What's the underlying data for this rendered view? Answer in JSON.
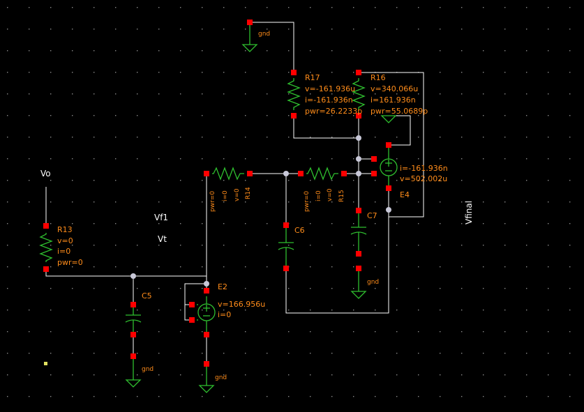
{
  "schematic": {
    "nets": {
      "vo": "Vo",
      "vf1": "Vf1",
      "vt": "Vt",
      "vfinal": "Vfinal"
    },
    "gnd_label": "gnd",
    "r13": {
      "name": "R13",
      "v": "v=0",
      "i": "i=0",
      "pwr": "pwr=0"
    },
    "r14": {
      "name": "R14",
      "v": "v=0",
      "i": "i=0",
      "pwr": "pwr=0"
    },
    "r15": {
      "name": "R15",
      "v": "v=0",
      "i": "i=0",
      "pwr": "pwr=0"
    },
    "r16": {
      "name": "R16",
      "v": "v=340.066u",
      "i": "i=161.936n",
      "pwr": "pwr=55.0689p"
    },
    "r17": {
      "name": "R17",
      "v": "v=-161.936u",
      "i": "i=-161.936n",
      "pwr": "pwr=26.2233p"
    },
    "c5": {
      "name": "C5"
    },
    "c6": {
      "name": "C6"
    },
    "c7": {
      "name": "C7"
    },
    "e2": {
      "name": "E2",
      "v": "v=166.956u",
      "i": "i=0"
    },
    "e4": {
      "name": "E4",
      "i": "i=-161.936n",
      "v": "v=502.002u"
    }
  }
}
